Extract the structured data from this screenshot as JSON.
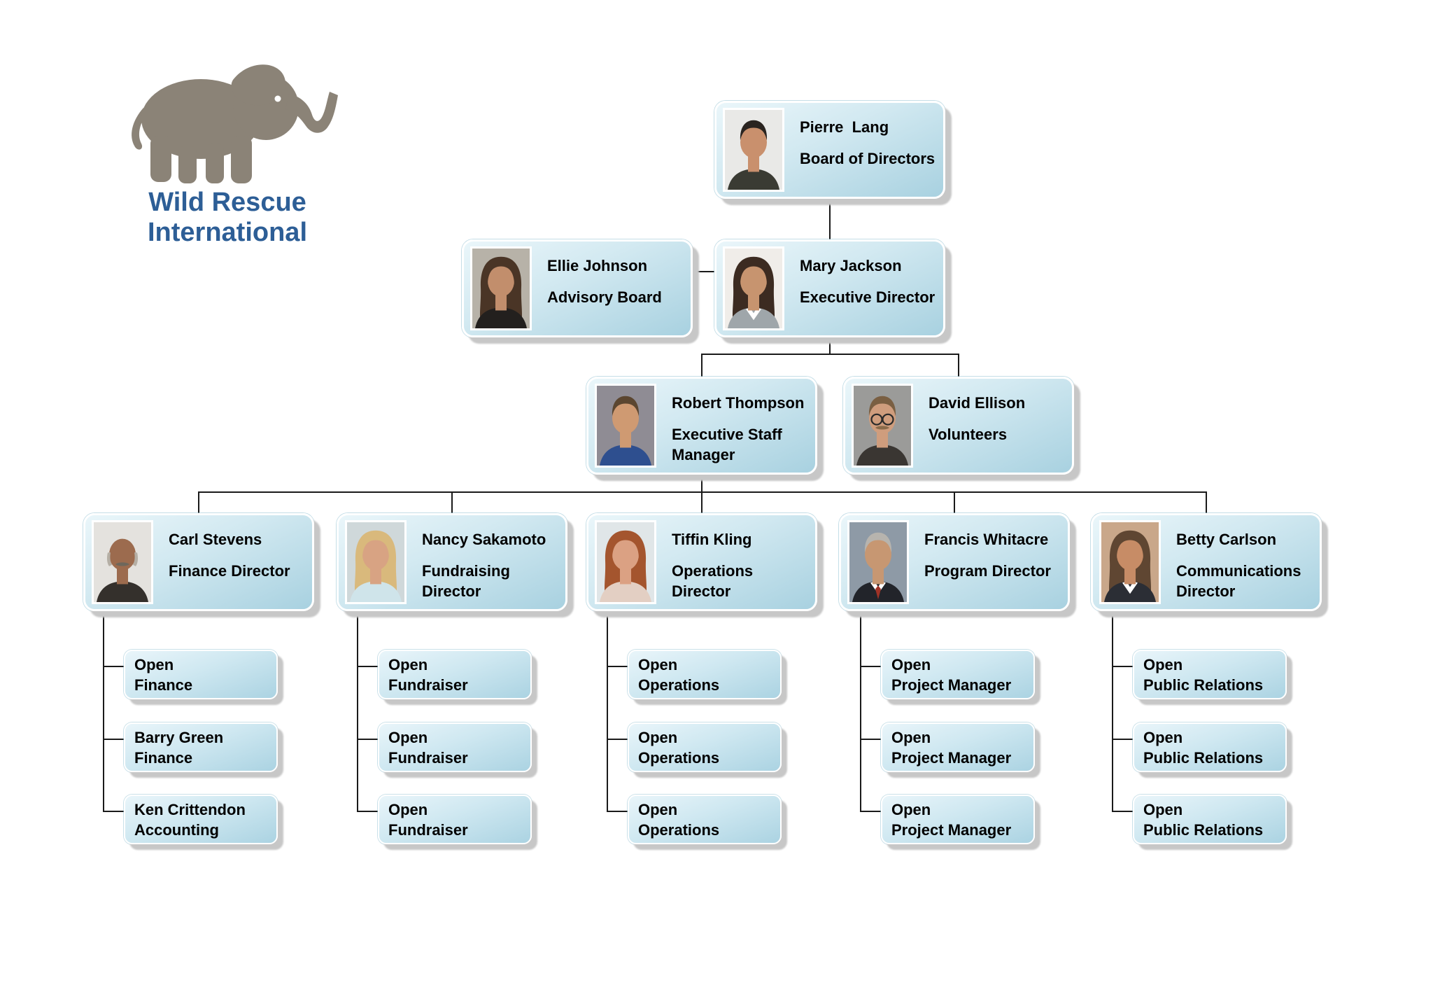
{
  "logo": {
    "icon": "elephant-icon",
    "title_line1": "Wild Rescue",
    "title_line2": "International",
    "text_color": "#2d5e96",
    "elephant_color": "#8b8377"
  },
  "colors": {
    "card_gradient_top": "#eaf6fa",
    "card_gradient_bottom": "#a8d1e0",
    "card_border": "#ffffff",
    "card_shadow": "#c7c7c7",
    "connector": "#1a1a1a",
    "text": "#000000"
  },
  "nodes": {
    "pierre": {
      "name": "Pierre  Lang",
      "title": "Board of Directors",
      "photo": {
        "bg": "#e9e9e7",
        "hair": "short",
        "hairColor": "#2a2420",
        "skin": "#c9906d",
        "shirt": "#3a3b33"
      }
    },
    "ellie": {
      "name": "Ellie Johnson",
      "title": "Advisory Board",
      "photo": {
        "bg": "#b7b2a8",
        "hair": "long",
        "hairColor": "#4a3526",
        "skin": "#c28e6c",
        "shirt": "#23201e"
      }
    },
    "mary": {
      "name": "Mary Jackson",
      "title": "Executive Director",
      "photo": {
        "bg": "#f0ede9",
        "hair": "long",
        "hairColor": "#3c2b21",
        "skin": "#c7946f",
        "shirt": "#9fa6aa",
        "collar": true
      }
    },
    "robert": {
      "name": "Robert Thompson",
      "title": "Executive Staff Manager",
      "photo": {
        "bg": "#8f8c94",
        "hair": "short",
        "hairColor": "#5b4630",
        "skin": "#cf9a72",
        "shirt": "#2e4f8f"
      }
    },
    "david": {
      "name": "David Ellison",
      "title": "Volunteers",
      "photo": {
        "bg": "#9b9b99",
        "hair": "short",
        "hairColor": "#7a5f42",
        "skin": "#cf9d7d",
        "shirt": "#3a3632",
        "glasses": true,
        "mustache": "#8a6b4a"
      }
    },
    "carl": {
      "name": "Carl Stevens",
      "title": "Finance Director",
      "photo": {
        "bg": "#e4e2de",
        "hair": "bald",
        "hairColor": "#6e675c",
        "skin": "#9c6b4e",
        "shirt": "#34302c",
        "sideHair": "#b5afa5",
        "mustache": "#6e675c"
      }
    },
    "nancy": {
      "name": "Nancy Sakamoto",
      "title": "Fundraising Director",
      "photo": {
        "bg": "#cfd8da",
        "hair": "long",
        "hairColor": "#d9b97c",
        "skin": "#d8a383",
        "shirt": "#cfe4ea"
      }
    },
    "tiffin": {
      "name": "Tiffin Kling",
      "title": "Operations Director",
      "photo": {
        "bg": "#e0e6e8",
        "hair": "long",
        "hairColor": "#a4552e",
        "skin": "#dba183",
        "shirt": "#e3cfc3"
      }
    },
    "francis": {
      "name": "Francis Whitacre",
      "title": "Program Director",
      "photo": {
        "bg": "#8e9aa6",
        "hair": "short",
        "hairColor": "#b7b4ae",
        "skin": "#c79772",
        "shirt": "#22242a",
        "collar": true,
        "tie": "#a03226"
      }
    },
    "betty": {
      "name": "Betty Carlson",
      "title": "Communications Director",
      "photo": {
        "bg": "#c9a78a",
        "hair": "long",
        "hairColor": "#5f4632",
        "skin": "#c78c66",
        "shirt": "#2b2e35",
        "collar": true
      }
    }
  },
  "subnodes": {
    "finance": [
      {
        "name": "Open",
        "title": "Finance"
      },
      {
        "name": "Barry Green",
        "title": "Finance"
      },
      {
        "name": "Ken Crittendon",
        "title": "Accounting"
      }
    ],
    "fundraising": [
      {
        "name": "Open",
        "title": "Fundraiser"
      },
      {
        "name": "Open",
        "title": "Fundraiser"
      },
      {
        "name": "Open",
        "title": "Fundraiser"
      }
    ],
    "operations": [
      {
        "name": "Open",
        "title": "Operations"
      },
      {
        "name": "Open",
        "title": "Operations"
      },
      {
        "name": "Open",
        "title": "Operations"
      }
    ],
    "program": [
      {
        "name": "Open",
        "title": "Project Manager"
      },
      {
        "name": "Open",
        "title": "Project Manager"
      },
      {
        "name": "Open",
        "title": "Project Manager"
      }
    ],
    "communications": [
      {
        "name": "Open",
        "title": "Public Relations"
      },
      {
        "name": "Open",
        "title": "Public Relations"
      },
      {
        "name": "Open",
        "title": "Public Relations"
      }
    ]
  }
}
